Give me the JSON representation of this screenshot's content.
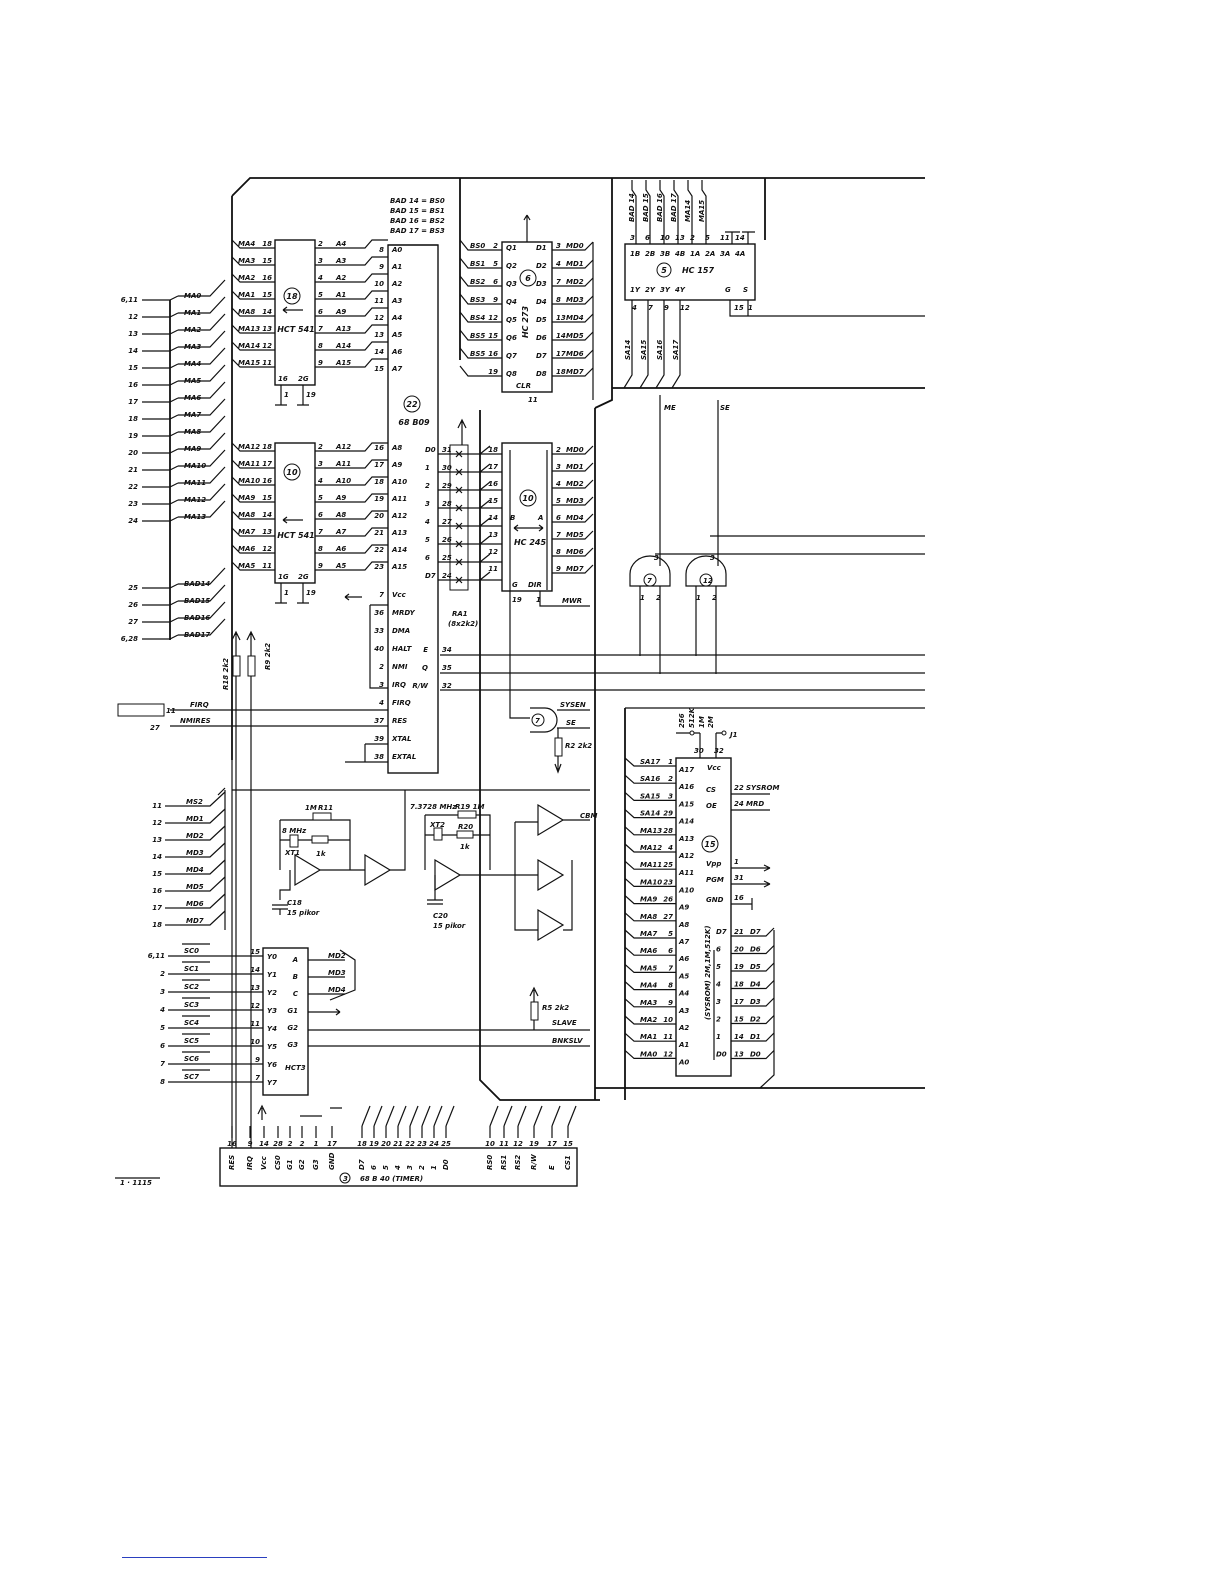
{
  "chips": {
    "u18": {
      "ref": "18",
      "part": "HCT 541",
      "left": [
        [
          "MA4",
          "18"
        ],
        [
          "MA3",
          "15"
        ],
        [
          "MA2",
          "16"
        ],
        [
          "MA1",
          "15"
        ],
        [
          "MA8",
          "14"
        ],
        [
          "MA13",
          "13"
        ],
        [
          "MA14",
          "12"
        ],
        [
          "MA15",
          "11"
        ]
      ],
      "right": [
        [
          "2",
          "A4"
        ],
        [
          "3",
          "A3"
        ],
        [
          "4",
          "A2"
        ],
        [
          "5",
          "A1"
        ],
        [
          "6",
          "A9"
        ],
        [
          "7",
          "A13"
        ],
        [
          "8",
          "A14"
        ],
        [
          "9",
          "A15"
        ]
      ],
      "bottom": [
        "16",
        "2G",
        "1",
        "19"
      ]
    },
    "u10": {
      "ref": "10",
      "part": "HCT 541",
      "left": [
        [
          "MA12",
          "18"
        ],
        [
          "MA11",
          "17"
        ],
        [
          "MA10",
          "16"
        ],
        [
          "MA9",
          "15"
        ],
        [
          "MA8",
          "14"
        ],
        [
          "MA7",
          "13"
        ],
        [
          "MA6",
          "12"
        ],
        [
          "MA5",
          "11"
        ]
      ],
      "right": [
        [
          "2",
          "A12"
        ],
        [
          "3",
          "A11"
        ],
        [
          "4",
          "A10"
        ],
        [
          "5",
          "A9"
        ],
        [
          "6",
          "A8"
        ],
        [
          "7",
          "A7"
        ],
        [
          "8",
          "A6"
        ],
        [
          "9",
          "A5"
        ]
      ],
      "bottom": [
        "1G",
        "2G",
        "1",
        "19"
      ]
    },
    "u22": {
      "ref": "22",
      "part": "68 B09",
      "header": [
        "BAD 14 = BS0",
        "BAD 15 = BS1",
        "BAD 16 = BS2",
        "BAD 17 = BS3"
      ],
      "left_top": [
        [
          "8",
          "A0"
        ],
        [
          "9",
          "A1"
        ],
        [
          "10",
          "A2"
        ],
        [
          "11",
          "A3"
        ],
        [
          "12",
          "A4"
        ],
        [
          "13",
          "A5"
        ],
        [
          "14",
          "A6"
        ],
        [
          "15",
          "A7"
        ]
      ],
      "left_bottom": [
        [
          "16",
          "A8"
        ],
        [
          "17",
          "A9"
        ],
        [
          "18",
          "A10"
        ],
        [
          "19",
          "A11"
        ],
        [
          "20",
          "A12"
        ],
        [
          "21",
          "A13"
        ],
        [
          "22",
          "A14"
        ],
        [
          "23",
          "A15"
        ]
      ],
      "left_ctrl": [
        [
          "7",
          "Vcc"
        ],
        [
          "36",
          "MRDY"
        ],
        [
          "33",
          "DMA"
        ],
        [
          "40",
          "HALT"
        ],
        [
          "2",
          "NMI"
        ],
        [
          "3",
          "IRQ"
        ],
        [
          "4",
          "FIRQ"
        ],
        [
          "37",
          "RES"
        ],
        [
          "39",
          "XTAL"
        ],
        [
          "38",
          "EXTAL"
        ]
      ],
      "right": [
        [
          "D0",
          "31"
        ],
        [
          "1",
          "30"
        ],
        [
          "2",
          "29"
        ],
        [
          "3",
          "28"
        ],
        [
          "4",
          "27"
        ],
        [
          "5",
          "26"
        ],
        [
          "6",
          "25"
        ],
        [
          "D7",
          "24"
        ]
      ],
      "ctrl_right": [
        [
          "E",
          "34"
        ],
        [
          "Q",
          "35"
        ],
        [
          "R/W",
          "32"
        ]
      ]
    },
    "u6": {
      "ref": "6",
      "part": "HC 273",
      "left": [
        [
          "BS0",
          "2"
        ],
        [
          "BS1",
          "5"
        ],
        [
          "BS2",
          "6"
        ],
        [
          "BS3",
          "9"
        ],
        [
          "BS4",
          "12"
        ],
        [
          "BS5",
          "15"
        ],
        [
          "BS5",
          "16"
        ],
        [
          "",
          "19"
        ]
      ],
      "inner_left": [
        "Q1",
        "Q2",
        "Q3",
        "Q4",
        "Q5",
        "Q6",
        "Q7",
        "Q8"
      ],
      "inner_right": [
        "D1",
        "D2",
        "D3",
        "D4",
        "D5",
        "D6",
        "D7",
        "D8"
      ],
      "right": [
        [
          "3",
          "MD0"
        ],
        [
          "4",
          "MD1"
        ],
        [
          "7",
          "MD2"
        ],
        [
          "8",
          "MD3"
        ],
        [
          "13",
          "MD4"
        ],
        [
          "14",
          "MD5"
        ],
        [
          "17",
          "MD6"
        ],
        [
          "18",
          "MD7"
        ]
      ],
      "clk": "CLR",
      "clkpin": "11"
    },
    "u5": {
      "ref": "5",
      "part": "HC 157",
      "top_labels": [
        "BAD 14",
        "BAD 15",
        "BAD 16",
        "BAD 17",
        "MA14",
        "MA15"
      ],
      "top_pins": [
        "3",
        "6",
        "10",
        "13",
        "2",
        "5",
        "11",
        "14"
      ],
      "top_inner": [
        "1B",
        "2B",
        "3B",
        "4B",
        "1A",
        "2A",
        "3A",
        "4A"
      ],
      "bot_inner": [
        "1Y",
        "2Y",
        "3Y",
        "4Y",
        "G",
        "S"
      ],
      "bot_pins": [
        "4",
        "7",
        "9",
        "12",
        "15",
        "1"
      ],
      "outputs": [
        "SA14",
        "SA15",
        "SA16",
        "SA17"
      ],
      "sig": [
        "ME",
        "SE"
      ]
    },
    "u10b": {
      "ref": "10",
      "part": "HC 245",
      "left": [
        [
          "18"
        ],
        [
          "17"
        ],
        [
          "16"
        ],
        [
          "15"
        ],
        [
          "14"
        ],
        [
          "13"
        ],
        [
          "12"
        ],
        [
          "11"
        ]
      ],
      "right": [
        [
          "2",
          "MD0"
        ],
        [
          "3",
          "MD1"
        ],
        [
          "4",
          "MD2"
        ],
        [
          "5",
          "MD3"
        ],
        [
          "6",
          "MD4"
        ],
        [
          "7",
          "MD5"
        ],
        [
          "8",
          "MD6"
        ],
        [
          "9",
          "MD7"
        ]
      ],
      "inner": [
        "B",
        "A",
        "G",
        "DIR"
      ],
      "bottom": [
        "19",
        "1",
        "MWR"
      ]
    },
    "ra1": {
      "label": "RA1",
      "value": "(8x2k2)"
    },
    "u15": {
      "ref": "15",
      "part": "(SYSROM) 2M,1M,512K)",
      "jumpers": [
        "256",
        "512K",
        "1M",
        "2M",
        "J1"
      ],
      "top_pins": [
        "30",
        "32"
      ],
      "left": [
        [
          "SA17",
          "1",
          "A17"
        ],
        [
          "SA16",
          "2",
          "A16"
        ],
        [
          "SA15",
          "3",
          "A15"
        ],
        [
          "SA14",
          "29",
          "A14"
        ],
        [
          "MA13",
          "28",
          "A13"
        ],
        [
          "MA12",
          "4",
          "A12"
        ],
        [
          "MA11",
          "25",
          "A11"
        ],
        [
          "MA10",
          "23",
          "A10"
        ],
        [
          "MA9",
          "26",
          "A9"
        ],
        [
          "MA8",
          "27",
          "A8"
        ],
        [
          "MA7",
          "5",
          "A7"
        ],
        [
          "MA6",
          "6",
          "A6"
        ],
        [
          "MA5",
          "7",
          "A5"
        ],
        [
          "MA4",
          "8",
          "A4"
        ],
        [
          "MA3",
          "9",
          "A3"
        ],
        [
          "MA2",
          "10",
          "A2"
        ],
        [
          "MA1",
          "11",
          "A1"
        ],
        [
          "MA0",
          "12",
          "A0"
        ]
      ],
      "right_ctrl": [
        [
          "CS",
          "22",
          "SYSROM"
        ],
        [
          "OE",
          "24",
          "MRD"
        ],
        [
          "Vpp",
          "1",
          ""
        ],
        [
          "PGM",
          "31",
          ""
        ],
        [
          "GND",
          "16",
          ""
        ]
      ],
      "vcc": "Vcc",
      "right_data": [
        [
          "D7",
          "21",
          "D7"
        ],
        [
          "6",
          "20",
          "D6"
        ],
        [
          "5",
          "19",
          "D5"
        ],
        [
          "4",
          "18",
          "D4"
        ],
        [
          "3",
          "17",
          "D3"
        ],
        [
          "2",
          "15",
          "D2"
        ],
        [
          "1",
          "14",
          "D1"
        ],
        [
          "D0",
          "13",
          "D0"
        ]
      ]
    },
    "u3": {
      "ref": "3",
      "part": "68 B 40 (TIMER)",
      "pins": [
        "16",
        "9",
        "14",
        "28",
        "2",
        "2",
        "1",
        "17",
        "18",
        "19",
        "20",
        "21",
        "22",
        "23",
        "24",
        "25",
        "10",
        "11",
        "12",
        "19",
        "17",
        "15"
      ],
      "labels": [
        "RES",
        "IRQ",
        "Vcc",
        "CS0",
        "G1",
        "G2",
        "G3",
        "GND",
        "D7",
        "6",
        "5",
        "4",
        "3",
        "2",
        "1",
        "D0",
        "RS0",
        "RS1",
        "RS2",
        "R/W",
        "E",
        "CS1"
      ]
    },
    "u_hct": {
      "ref": "",
      "part": "HCT3",
      "pins": [
        "15",
        "14",
        "13",
        "12",
        "11",
        "10",
        "9",
        "7"
      ],
      "inner": [
        "Y0",
        "Y1",
        "Y2",
        "Y3",
        "Y4",
        "Y5",
        "Y6",
        "Y7"
      ],
      "right": [
        "A",
        "B",
        "C",
        "G1",
        "G2",
        "G3"
      ],
      "rlabels": [
        "MD2",
        "MD3",
        "MD4"
      ]
    }
  },
  "signals": {
    "left_bus": [
      [
        "6,11",
        "MA0"
      ],
      [
        "12",
        "MA1"
      ],
      [
        "13",
        "MA2"
      ],
      [
        "14",
        "MA3"
      ],
      [
        "15",
        "MA4"
      ],
      [
        "16",
        "MA5"
      ],
      [
        "17",
        "MA6"
      ],
      [
        "18",
        "MA7"
      ],
      [
        "19",
        "MA8"
      ],
      [
        "20",
        "MA9"
      ],
      [
        "21",
        "MA10"
      ],
      [
        "22",
        "MA11"
      ],
      [
        "23",
        "MA12"
      ],
      [
        "24",
        "MA13"
      ],
      [
        "25",
        "BAD14"
      ],
      [
        "26",
        "BAD15"
      ],
      [
        "27",
        "BAD16"
      ],
      [
        "6,28",
        "BAD17"
      ]
    ],
    "irq": [
      "FIRQ",
      "NMIRES"
    ],
    "irq_pins": [
      "11",
      "27"
    ],
    "resistors": [
      "R18 2k2",
      "R9 2k2"
    ],
    "md_bus": [
      [
        "11",
        "MS2"
      ],
      [
        "12",
        "MD1"
      ],
      [
        "13",
        "MD2"
      ],
      [
        "14",
        "MD3"
      ],
      [
        "15",
        "MD4"
      ],
      [
        "16",
        "MD5"
      ],
      [
        "17",
        "MD6"
      ],
      [
        "18",
        "MD7"
      ]
    ],
    "sc_bus": [
      [
        "6,11",
        "SC0"
      ],
      [
        "2",
        "SC1"
      ],
      [
        "3",
        "SC2"
      ],
      [
        "4",
        "SC3"
      ],
      [
        "5",
        "SC4"
      ],
      [
        "6",
        "SC5"
      ],
      [
        "7",
        "SC6"
      ],
      [
        "8",
        "SC7"
      ]
    ],
    "osc1": {
      "res": "1M",
      "res2": "R11",
      "xtal": "XT1",
      "freq": "8 MHz",
      "rval": "1k",
      "cap": "C18",
      "capval": "15 pikor"
    },
    "osc2": {
      "freq": "7.3728 MHz",
      "res": "R19 1M",
      "xtal": "XT2",
      "r2": "R20",
      "rval": "1k",
      "cap": "C20",
      "capval": "15 pikor",
      "out": "CBM"
    },
    "gates": [
      "7",
      "12"
    ],
    "nand_pins": [
      "3",
      "1",
      "2"
    ],
    "r2": "R2 2k2",
    "r5": "R5 2k2",
    "slave": "SLAVE",
    "bnksl": "BNKSLV",
    "systeml": "SYSEN",
    "se": "SE",
    "gate7b": "7",
    "footnote": "1 · 1115"
  }
}
